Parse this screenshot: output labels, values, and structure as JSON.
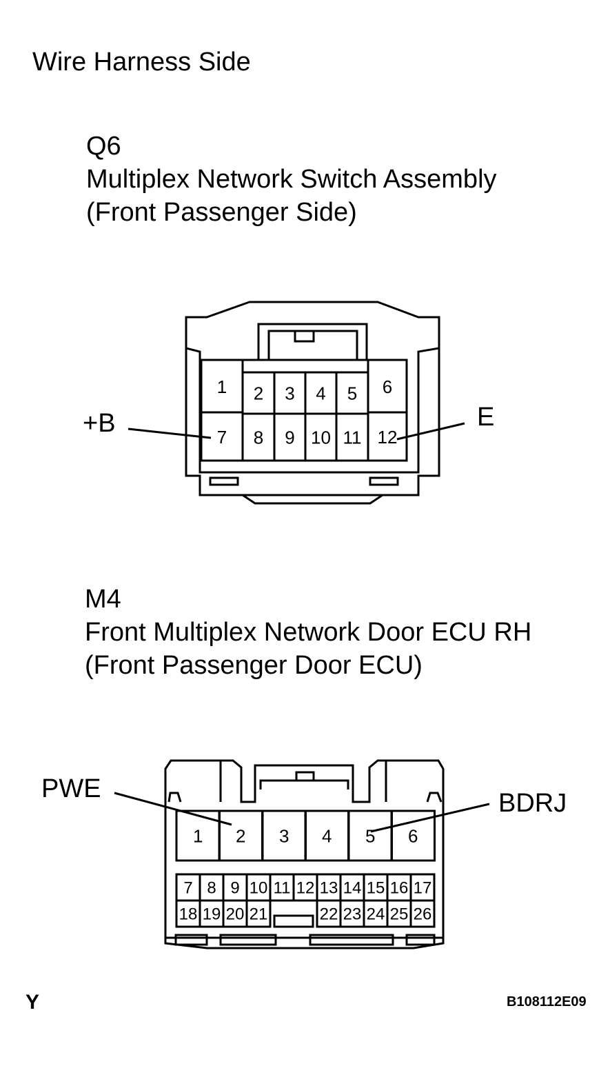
{
  "header": {
    "title": "Wire Harness Side"
  },
  "connector_q6": {
    "code": "Q6",
    "name": "Multiplex Network Switch Assembly",
    "sub": "(Front Passenger Side)",
    "pins_top": [
      "1",
      "2",
      "3",
      "4",
      "5",
      "6"
    ],
    "pins_bottom": [
      "7",
      "8",
      "9",
      "10",
      "11",
      "12"
    ],
    "callouts": [
      {
        "label": "+B",
        "pin": "7"
      },
      {
        "label": "E",
        "pin": "12"
      }
    ]
  },
  "connector_m4": {
    "code": "M4",
    "name": "Front Multiplex Network Door ECU RH",
    "sub": "(Front Passenger Door ECU)",
    "pins_large": [
      "1",
      "2",
      "3",
      "4",
      "5",
      "6"
    ],
    "pins_row2": [
      "7",
      "8",
      "9",
      "10",
      "11",
      "12",
      "13",
      "14",
      "15",
      "16",
      "17"
    ],
    "pins_row3_left": [
      "18",
      "19",
      "20",
      "21"
    ],
    "pins_row3_right": [
      "22",
      "23",
      "24",
      "25",
      "26"
    ],
    "callouts": [
      {
        "label": "PWE",
        "pin": "2"
      },
      {
        "label": "BDRJ",
        "pin": "5"
      }
    ]
  },
  "footer": {
    "corner_mark": "Y",
    "figure_code": "B108112E09"
  }
}
